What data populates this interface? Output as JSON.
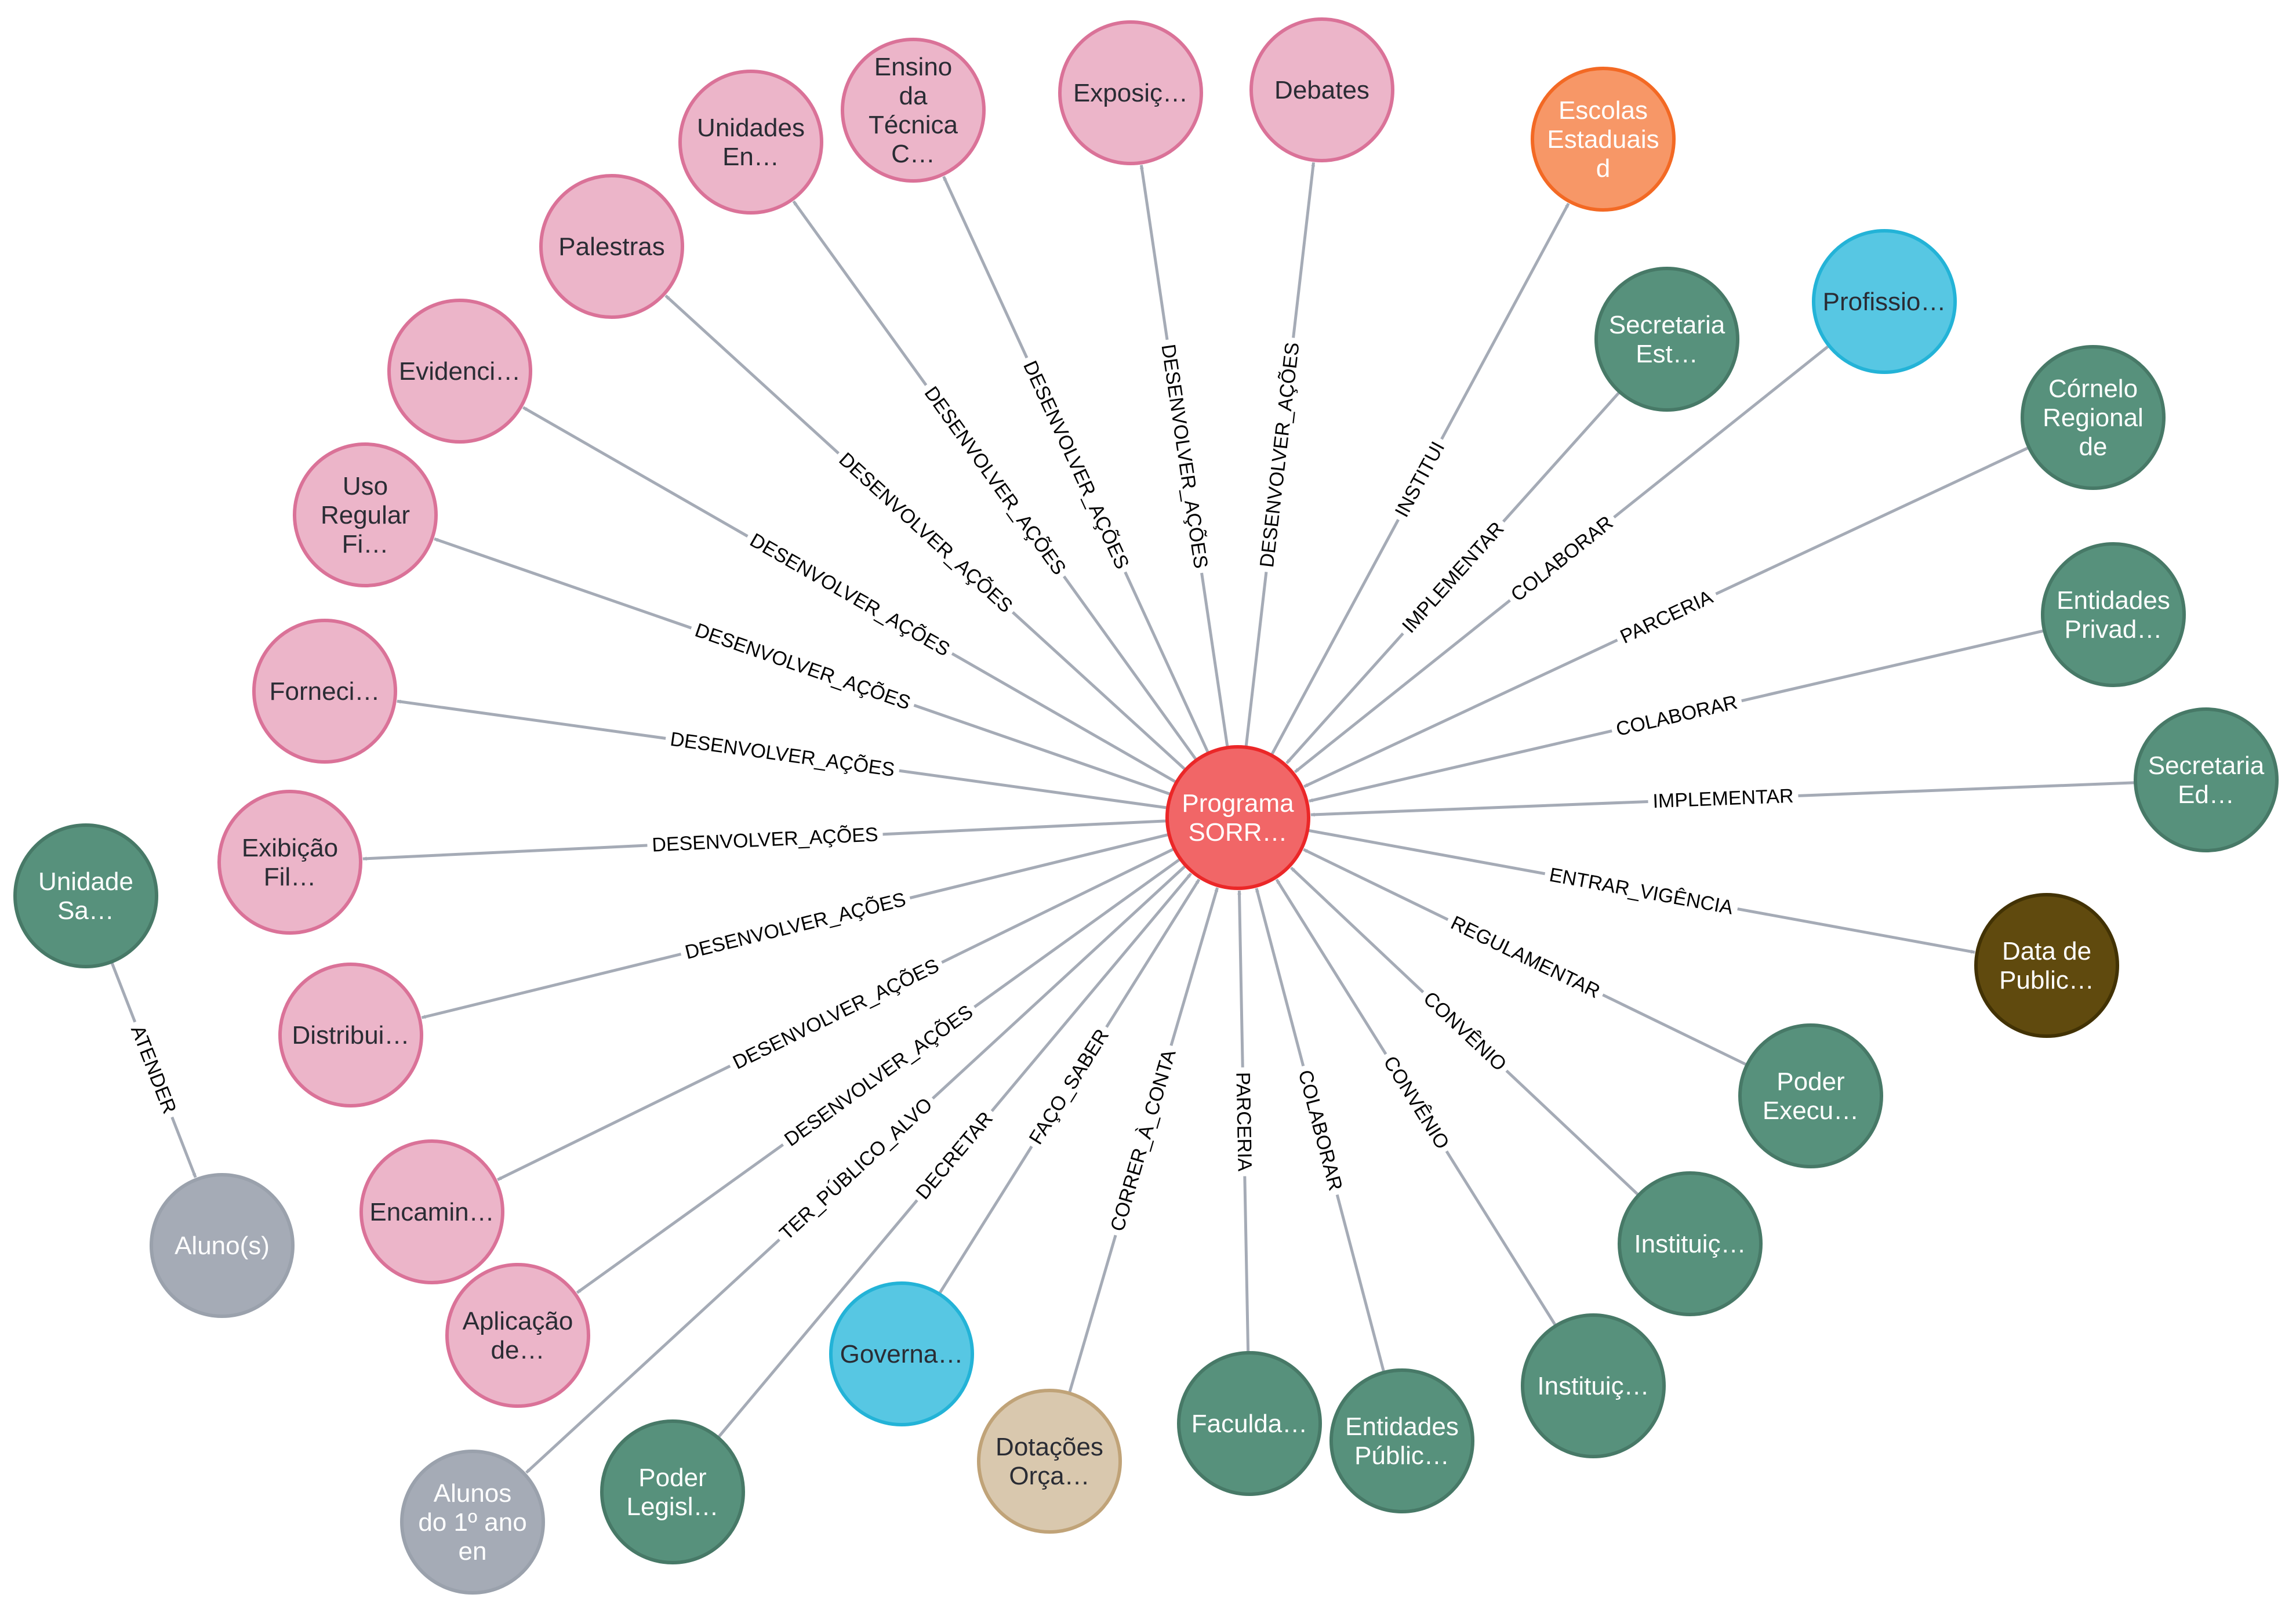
{
  "colors": {
    "edge": "#a5abb6",
    "node_types": {
      "program": {
        "fill": "#f16667",
        "stroke": "#eb2728",
        "text": "#ffffff"
      },
      "action": {
        "fill": "#ecb5c9",
        "stroke": "#da7298",
        "text": "#2a2c34"
      },
      "org": {
        "fill": "#57917c",
        "stroke": "#477967",
        "text": "#ffffff"
      },
      "school": {
        "fill": "#f79767",
        "stroke": "#f36924",
        "text": "#ffffff"
      },
      "professional": {
        "fill": "#57c7e3",
        "stroke": "#23b3d7",
        "text": "#2a2c34"
      },
      "student": {
        "fill": "#a5abb6",
        "stroke": "#9aa1ac",
        "text": "#ffffff"
      },
      "date": {
        "fill": "#604a0e",
        "stroke": "#423204",
        "text": "#ffffff"
      },
      "budget": {
        "fill": "#d9c8ae",
        "stroke": "#c0a378",
        "text": "#2a2c34"
      }
    }
  },
  "nodes": [
    {
      "id": "center",
      "type": "program",
      "lines": [
        "Programa",
        "SORR…"
      ]
    },
    {
      "id": "unidades-en",
      "type": "action",
      "lines": [
        "Unidades",
        "En…"
      ]
    },
    {
      "id": "ensino-tecnica",
      "type": "action",
      "lines": [
        "Ensino",
        "da",
        "Técnica",
        "C…"
      ]
    },
    {
      "id": "exposic",
      "type": "action",
      "lines": [
        "Exposiç…"
      ]
    },
    {
      "id": "debates",
      "type": "action",
      "lines": [
        "Debates"
      ]
    },
    {
      "id": "palestras",
      "type": "action",
      "lines": [
        "Palestras"
      ]
    },
    {
      "id": "evidenci",
      "type": "action",
      "lines": [
        "Evidenci…"
      ]
    },
    {
      "id": "uso-regular",
      "type": "action",
      "lines": [
        "Uso",
        "Regular",
        "Fi…"
      ]
    },
    {
      "id": "forneci",
      "type": "action",
      "lines": [
        "Forneci…"
      ]
    },
    {
      "id": "exibicao",
      "type": "action",
      "lines": [
        "Exibição",
        "Fil…"
      ]
    },
    {
      "id": "distribui",
      "type": "action",
      "lines": [
        "Distribui…"
      ]
    },
    {
      "id": "encamin",
      "type": "action",
      "lines": [
        "Encamin…"
      ]
    },
    {
      "id": "aplicacao",
      "type": "action",
      "lines": [
        "Aplicação",
        "de…"
      ]
    },
    {
      "id": "escolas",
      "type": "school",
      "lines": [
        "Escolas",
        "Estaduais",
        "d"
      ]
    },
    {
      "id": "secretaria-est",
      "type": "org",
      "lines": [
        "Secretaria",
        "Est…"
      ]
    },
    {
      "id": "profissio",
      "type": "professional",
      "lines": [
        "Profissio…"
      ]
    },
    {
      "id": "cornelo",
      "type": "org",
      "lines": [
        "Córnelo",
        "Regional",
        "de"
      ]
    },
    {
      "id": "entidades-privad",
      "type": "org",
      "lines": [
        "Entidades",
        "Privad…"
      ]
    },
    {
      "id": "secretaria-ed",
      "type": "org",
      "lines": [
        "Secretaria",
        "Ed…"
      ]
    },
    {
      "id": "data-public",
      "type": "date",
      "lines": [
        "Data de",
        "Public…"
      ]
    },
    {
      "id": "poder-execu",
      "type": "org",
      "lines": [
        "Poder",
        "Execu…"
      ]
    },
    {
      "id": "instituic-1",
      "type": "org",
      "lines": [
        "Instituiç…"
      ]
    },
    {
      "id": "instituic-2",
      "type": "org",
      "lines": [
        "Instituiç…"
      ]
    },
    {
      "id": "entidades-public",
      "type": "org",
      "lines": [
        "Entidades",
        "Públic…"
      ]
    },
    {
      "id": "faculda",
      "type": "org",
      "lines": [
        "Faculda…"
      ]
    },
    {
      "id": "dotacoes",
      "type": "budget",
      "lines": [
        "Dotações",
        "Orça…"
      ]
    },
    {
      "id": "governa",
      "type": "professional",
      "lines": [
        "Governa…"
      ]
    },
    {
      "id": "poder-legisl",
      "type": "org",
      "lines": [
        "Poder",
        "Legisl…"
      ]
    },
    {
      "id": "alunos-1ano",
      "type": "student",
      "lines": [
        "Alunos",
        "do 1º ano",
        "en"
      ]
    },
    {
      "id": "unidade-sa",
      "type": "org",
      "lines": [
        "Unidade",
        "Sa…"
      ]
    },
    {
      "id": "alunos",
      "type": "student",
      "lines": [
        "Aluno(s)"
      ]
    }
  ],
  "edges": [
    {
      "from": "center",
      "to": "unidades-en",
      "label": "DESENVOLVER_AÇÕES"
    },
    {
      "from": "center",
      "to": "ensino-tecnica",
      "label": "DESENVOLVER_AÇÕES"
    },
    {
      "from": "center",
      "to": "exposic",
      "label": "DESENVOLVER_AÇÕES"
    },
    {
      "from": "center",
      "to": "debates",
      "label": "DESENVOLVER_AÇÕES"
    },
    {
      "from": "center",
      "to": "palestras",
      "label": "DESENVOLVER_AÇÕES"
    },
    {
      "from": "center",
      "to": "evidenci",
      "label": "DESENVOLVER_AÇÕES"
    },
    {
      "from": "center",
      "to": "uso-regular",
      "label": "DESENVOLVER_AÇÕES"
    },
    {
      "from": "center",
      "to": "forneci",
      "label": "DESENVOLVER_AÇÕES"
    },
    {
      "from": "center",
      "to": "exibicao",
      "label": "DESENVOLVER_AÇÕES"
    },
    {
      "from": "center",
      "to": "distribui",
      "label": "DESENVOLVER_AÇÕES"
    },
    {
      "from": "center",
      "to": "encamin",
      "label": "DESENVOLVER_AÇÕES"
    },
    {
      "from": "center",
      "to": "aplicacao",
      "label": "DESENVOLVER_AÇÕES"
    },
    {
      "from": "center",
      "to": "escolas",
      "label": "INSTITUI"
    },
    {
      "from": "secretaria-est",
      "to": "center",
      "label": "IMPLEMENTAR"
    },
    {
      "from": "profissio",
      "to": "center",
      "label": "COLABORAR"
    },
    {
      "from": "cornelo",
      "to": "center",
      "label": "PARCERIA"
    },
    {
      "from": "entidades-privad",
      "to": "center",
      "label": "COLABORAR"
    },
    {
      "from": "secretaria-ed",
      "to": "center",
      "label": "IMPLEMENTAR"
    },
    {
      "from": "center",
      "to": "data-public",
      "label": "ENTRAR_VIGÊNCIA"
    },
    {
      "from": "poder-execu",
      "to": "center",
      "label": "REGULAMENTAR"
    },
    {
      "from": "instituic-1",
      "to": "center",
      "label": "CONVÊNIO"
    },
    {
      "from": "instituic-2",
      "to": "center",
      "label": "CONVÊNIO"
    },
    {
      "from": "entidades-public",
      "to": "center",
      "label": "COLABORAR"
    },
    {
      "from": "faculda",
      "to": "center",
      "label": "PARCERIA"
    },
    {
      "from": "dotacoes",
      "to": "center",
      "label": "CORRER_À_CONTA"
    },
    {
      "from": "governa",
      "to": "center",
      "label": "FAÇO_SABER"
    },
    {
      "from": "poder-legisl",
      "to": "center",
      "label": "DECRETAR"
    },
    {
      "from": "center",
      "to": "alunos-1ano",
      "label": "TER_PÚBLICO_ALVO"
    },
    {
      "from": "unidade-sa",
      "to": "alunos",
      "label": "ATENDER"
    }
  ]
}
